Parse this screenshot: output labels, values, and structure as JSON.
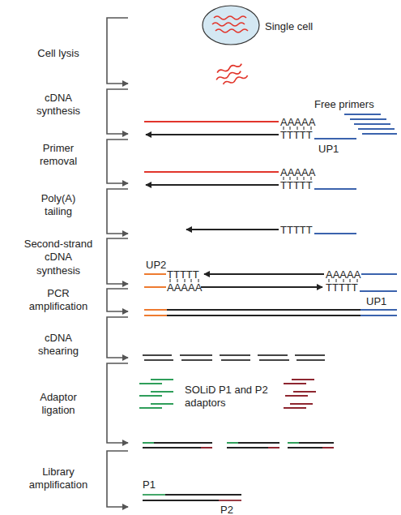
{
  "diagram": {
    "nodes": [
      {
        "text": [
          "Single cell"
        ]
      }
    ],
    "labels": [
      "Cell lysis",
      "cDNA synthesis",
      "Primer removal",
      "Poly(A) tailing",
      "Second-strand cDNA synthesis",
      "PCR amplification",
      "cDNA shearing",
      "Adaptor ligation",
      "Library amplification",
      "Free primers",
      "AAAAA",
      "TTTTT",
      "UP1",
      "AAAAA",
      "TTTTT",
      "TTTTT",
      "UP2",
      "TTTTT",
      "AAAAA",
      "AAAAA",
      "TTTTT",
      "UP1",
      "SOLiD P1 and P2 adaptors",
      "P1",
      "P2"
    ]
  }
}
